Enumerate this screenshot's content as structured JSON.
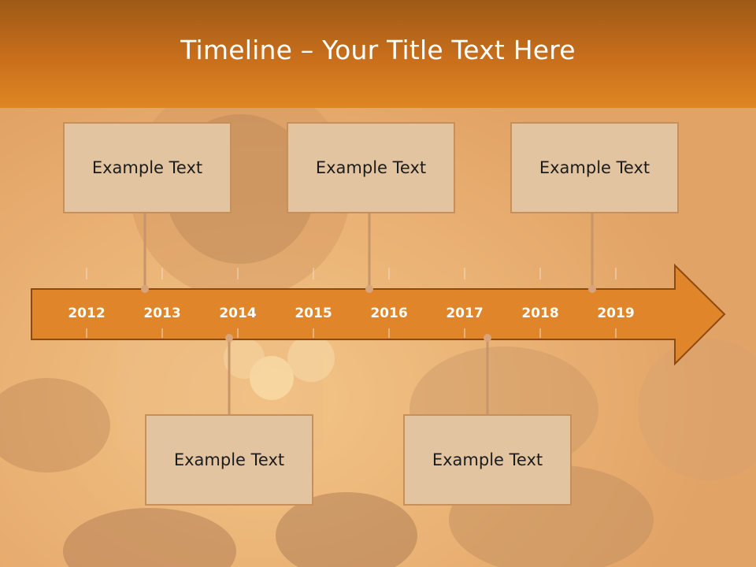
{
  "slide": {
    "title": "Timeline – Your Title Text Here"
  },
  "colors": {
    "title_bar": "#c96f1c",
    "arrow_fill": "#e0852a",
    "arrow_stroke": "#8a4a12",
    "box_fill": "#e3c4a0",
    "box_border": "#c88f5a",
    "connector": "#c8946a"
  },
  "timeline": {
    "years": [
      "2012",
      "2013",
      "2014",
      "2015",
      "2016",
      "2017",
      "2018",
      "2019"
    ],
    "events_top": [
      {
        "text": "Example Text"
      },
      {
        "text": "Example Text"
      },
      {
        "text": "Example Text"
      }
    ],
    "events_bottom": [
      {
        "text": "Example Text"
      },
      {
        "text": "Example Text"
      }
    ]
  }
}
